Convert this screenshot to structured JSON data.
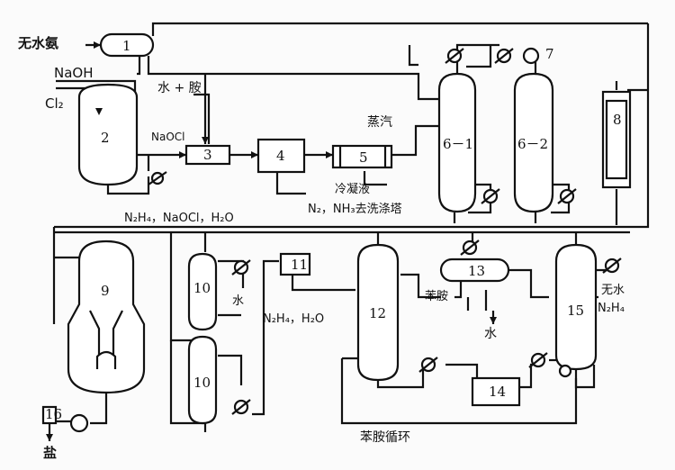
{
  "labels": {
    "ammonia": "无水氨",
    "naoh": "NaOH",
    "cl2": "Cl₂",
    "water_amine": "水 + 胺",
    "naocl": "NaOCl",
    "steam": "蒸汽",
    "cooling": "冷凝液",
    "n2h4_naocl_h2o": "N₂H₄，NaOCl，H₂O",
    "nh3_wash": "N₂，NH₃去洗涤塔",
    "water_10": "水",
    "n2h4_h2o": "N₂H₄，H₂O",
    "aniline": "苯胺",
    "water_13": "水",
    "anhydrous_n2h4": "无水\nN₂H₄",
    "aniline_recycle": "苯胺循环",
    "salt": "盐"
  },
  "equipment": [
    "1",
    "2",
    "3",
    "4",
    "5",
    "6-1",
    "6-2",
    "7",
    "8",
    "9",
    "10",
    "10",
    "11",
    "12",
    "13",
    "14",
    "15",
    "16"
  ]
}
